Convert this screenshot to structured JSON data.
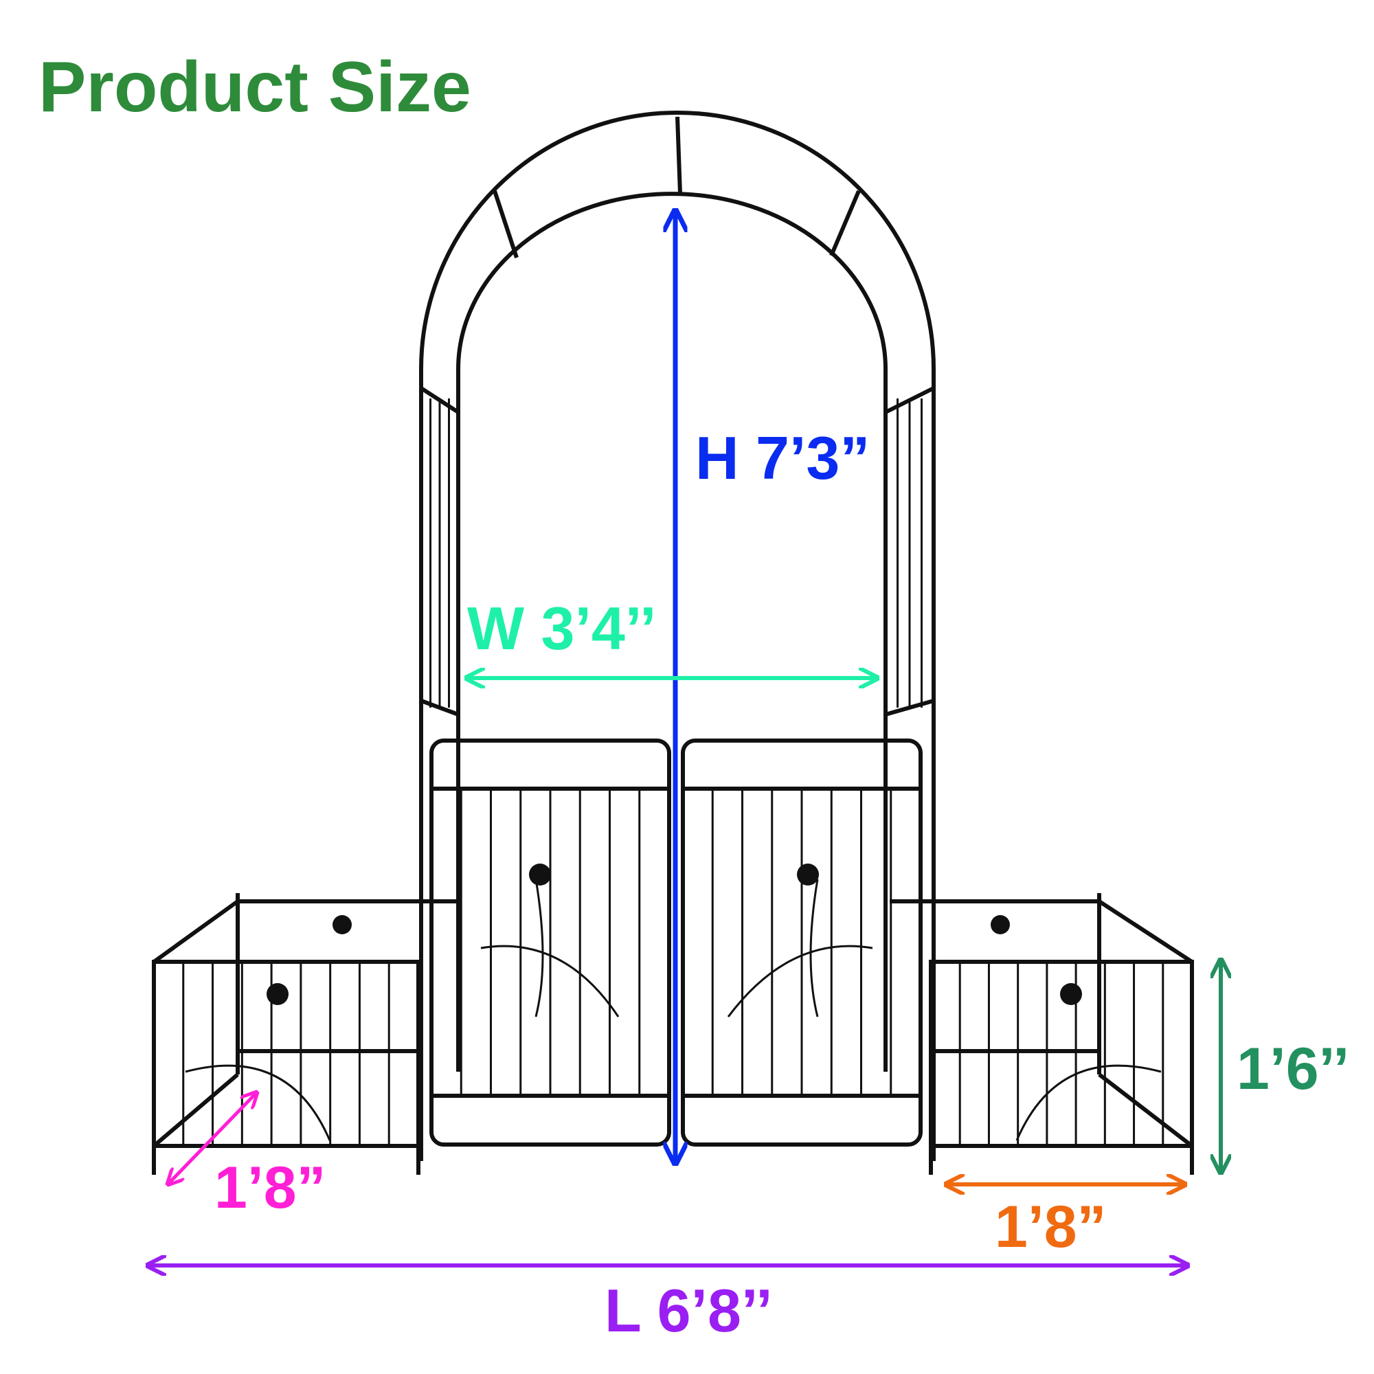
{
  "title": "Product Size",
  "dimensions": {
    "height": {
      "label": "H 7’3”",
      "color": "#0a2cf0"
    },
    "width": {
      "label": "W 3’4’’",
      "color": "#1ef0a8"
    },
    "length": {
      "label": "L 6’8’’",
      "color": "#9a1ff2"
    },
    "planter_depth": {
      "label": "1’8”",
      "color": "#ff1fd6"
    },
    "planter_width": {
      "label": "1’8”",
      "color": "#f06a10"
    },
    "planter_height": {
      "label": "1’6’’",
      "color": "#23905f"
    }
  },
  "colors": {
    "title": "#2e8b3a",
    "frame": "#111111"
  }
}
